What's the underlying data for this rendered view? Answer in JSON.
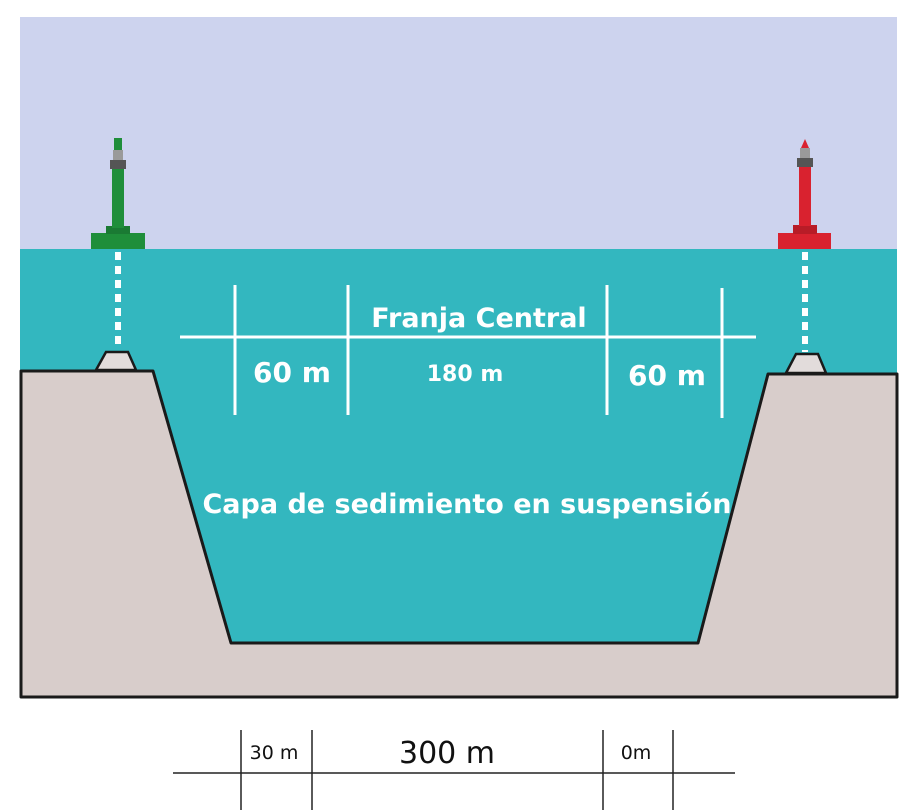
{
  "labels": {
    "central_strip": "Franja Central",
    "left_margin": "60 m",
    "center_width": "180 m",
    "right_margin": "60 m",
    "sediment_layer": "Capa de sedimiento en suspensión"
  },
  "scale": {
    "left": "30 m",
    "total": "300 m",
    "right": "0m"
  },
  "colors": {
    "sky": "#cdd3ee",
    "water": "#33b7bf",
    "ground": "#d8cdcb",
    "outline": "#1a1a1a",
    "buoy_green": "#1f8e3a",
    "buoy_red": "#d9222f",
    "marker_lines": "#ffffff"
  },
  "icons": {
    "left_marker": "green-beacon-icon",
    "right_marker": "red-beacon-icon"
  }
}
